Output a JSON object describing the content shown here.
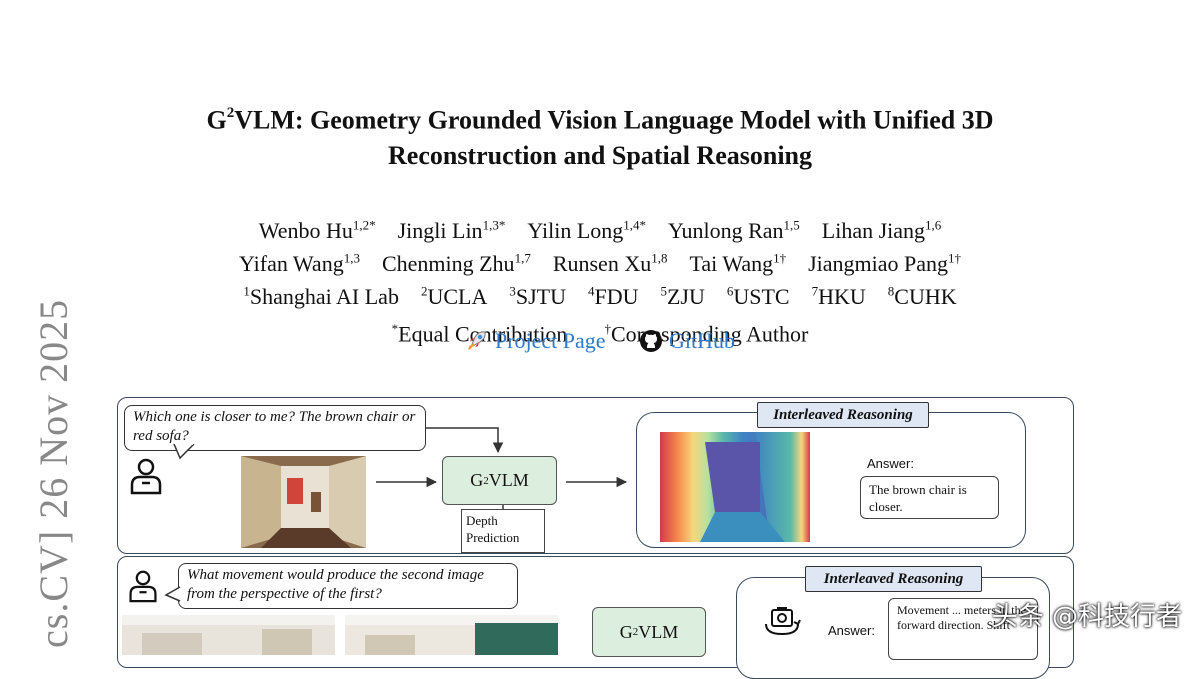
{
  "title": {
    "line1_prefix": "G",
    "line1_sup": "2",
    "line1_rest": "VLM: Geometry Grounded Vision Language Model with Unified 3D",
    "line2": "Reconstruction and Spatial Reasoning"
  },
  "authors_row1": [
    {
      "name": "Wenbo Hu",
      "sup": "1,2*"
    },
    {
      "name": "Jingli Lin",
      "sup": "1,3*"
    },
    {
      "name": "Yilin Long",
      "sup": "1,4*"
    },
    {
      "name": "Yunlong Ran",
      "sup": "1,5"
    },
    {
      "name": "Lihan Jiang",
      "sup": "1,6"
    }
  ],
  "authors_row2": [
    {
      "name": "Yifan Wang",
      "sup": "1,3"
    },
    {
      "name": "Chenming Zhu",
      "sup": "1,7"
    },
    {
      "name": "Runsen Xu",
      "sup": "1,8"
    },
    {
      "name": "Tai Wang",
      "sup": "1†"
    },
    {
      "name": "Jiangmiao Pang",
      "sup": "1†"
    }
  ],
  "affiliations": [
    {
      "sup": "1",
      "name": "Shanghai AI Lab"
    },
    {
      "sup": "2",
      "name": "UCLA"
    },
    {
      "sup": "3",
      "name": "SJTU"
    },
    {
      "sup": "4",
      "name": "FDU"
    },
    {
      "sup": "5",
      "name": "ZJU"
    },
    {
      "sup": "6",
      "name": "USTC"
    },
    {
      "sup": "7",
      "name": "HKU"
    },
    {
      "sup": "8",
      "name": "CUHK"
    }
  ],
  "notes": {
    "equal_sup": "*",
    "equal": "Equal Contribution",
    "corr_sup": "†",
    "corr": "Corresponding Author"
  },
  "links": {
    "project": "Project Page",
    "github": "GitHub",
    "color": "#2e79c9"
  },
  "arxiv_side": "cs.CV]  26 Nov 2025",
  "panel1": {
    "question": "Which one is closer to me? The brown chair or red sofa?",
    "model_label_prefix": "G",
    "model_label_sup": "2",
    "model_label_rest": "VLM",
    "sub_label": "Depth Prediction",
    "tag": "Interleaved Reasoning",
    "answer_label": "Answer:",
    "answer": "The brown chair is closer."
  },
  "panel2": {
    "question": "What movement would produce the second image from the perspective of the first?",
    "model_label_prefix": "G",
    "model_label_sup": "2",
    "model_label_rest": "VLM",
    "tag": "Interleaved Reasoning",
    "answer_label": "Answer:",
    "answer": "Movement ... meters in the forward direction. Shift"
  },
  "watermark": "头条 @科技行者",
  "colors": {
    "panel_border": "#3b4a5e",
    "model_fill": "#dceedd",
    "tag_fill": "#dfe7f5"
  }
}
